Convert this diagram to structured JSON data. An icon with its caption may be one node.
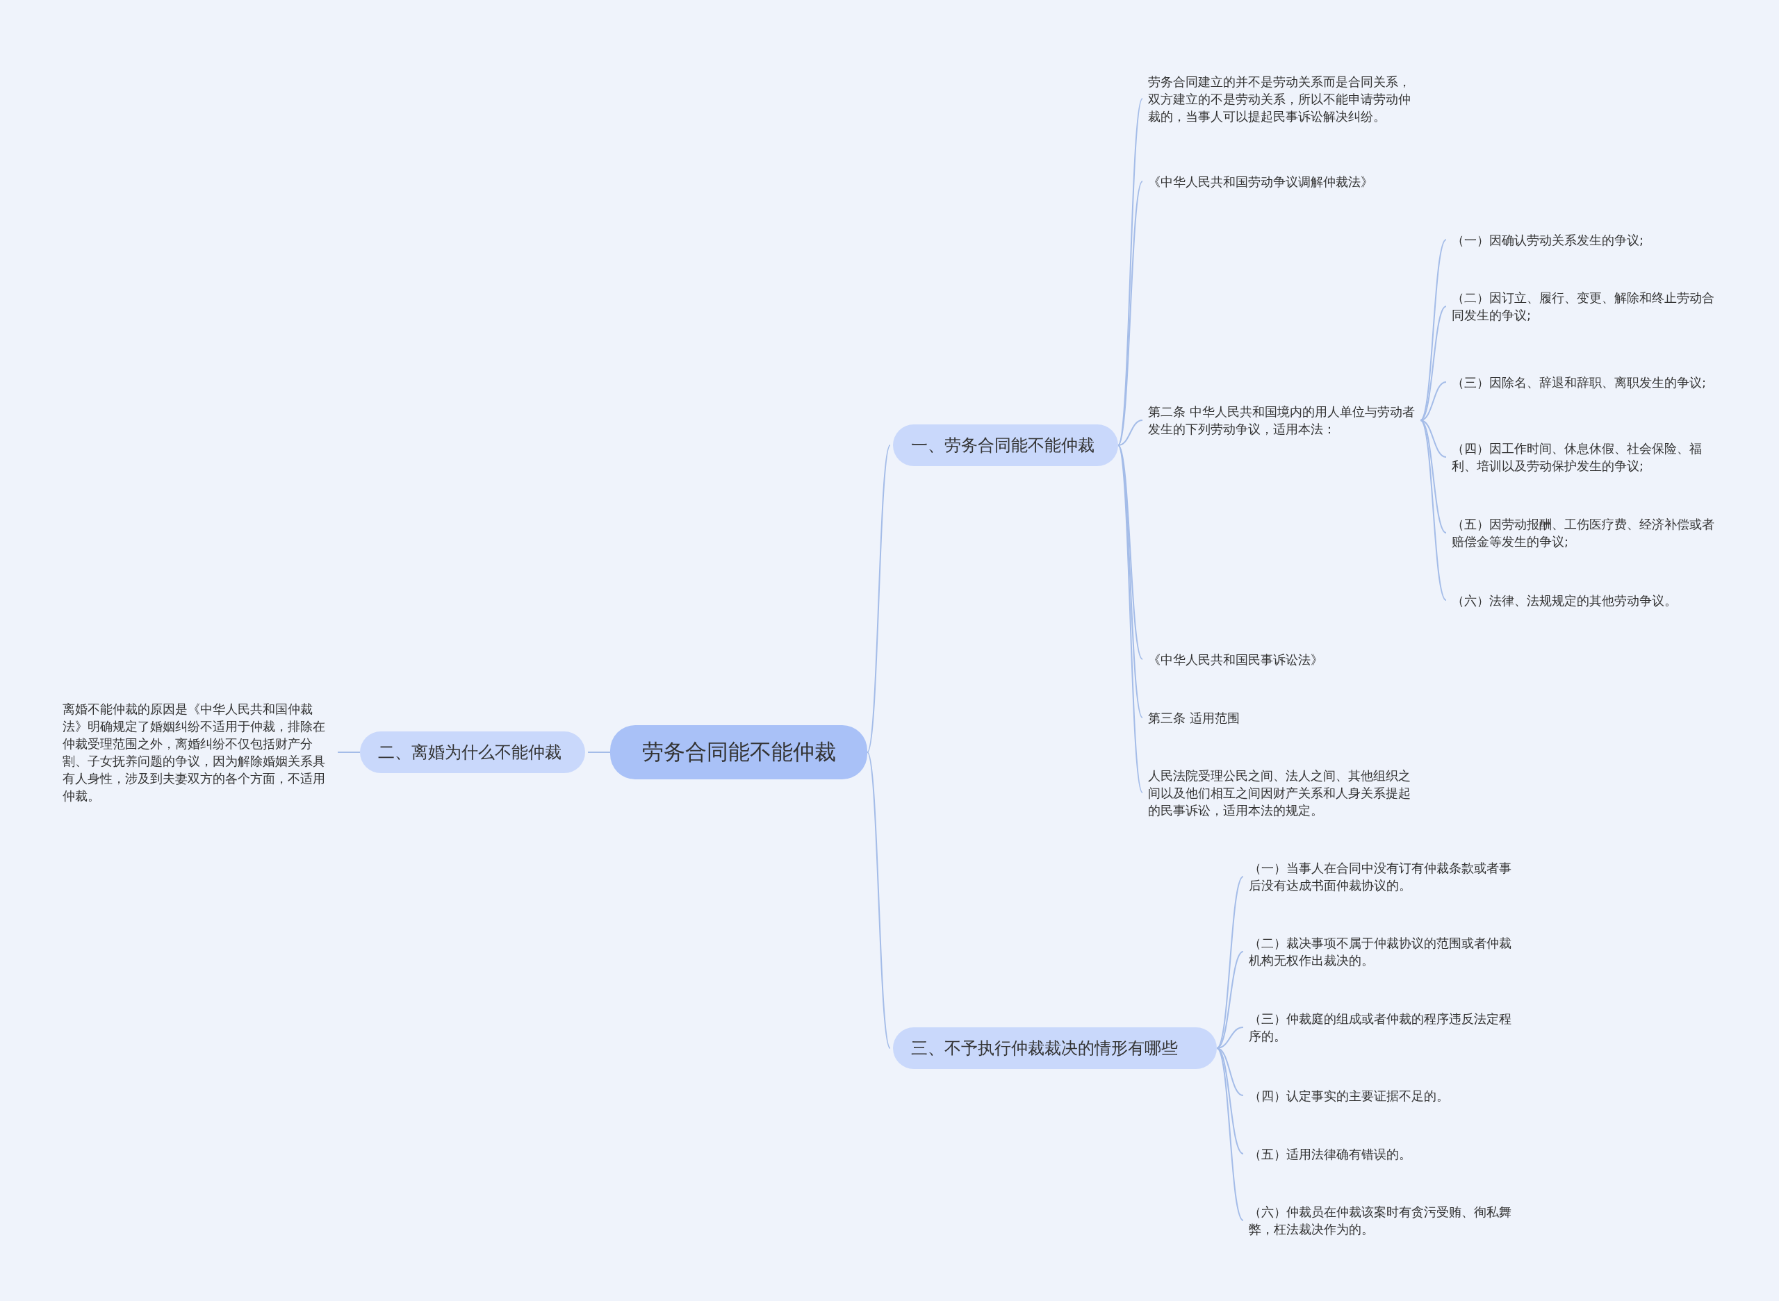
{
  "diagram": {
    "nodes": [
      {
        "text": [
          "劳务合同能不能仲裁"
        ]
      },
      {
        "text": [
          "一、劳务合同能不能仲裁"
        ]
      },
      {
        "text": [
          "劳务合同建立的并不是劳动关系而是合同关系，双方建立的不是劳动关系，所以不能申请劳动仲裁的，当事人可以提起民事诉讼解决纠纷。"
        ]
      },
      {
        "text": [
          "《中华人民共和国劳动争议调解仲裁法》"
        ]
      },
      {
        "text": [
          "第二条 中华人民共和国境内的用人单位与劳动者发生的下列劳动争议，适用本法："
        ]
      },
      {
        "text": [
          "（一）因确认劳动关系发生的争议;"
        ]
      },
      {
        "text": [
          "（二）因订立、履行、变更、解除和终止劳动合同发生的争议;"
        ]
      },
      {
        "text": [
          "（三）因除名、辞退和辞职、离职发生的争议;"
        ]
      },
      {
        "text": [
          "（四）因工作时间、休息休假、社会保险、福利、培训以及劳动保护发生的争议;"
        ]
      },
      {
        "text": [
          "（五）因劳动报酬、工伤医疗费、经济补偿或者赔偿金等发生的争议;"
        ]
      },
      {
        "text": [
          "（六）法律、法规规定的其他劳动争议。"
        ]
      },
      {
        "text": [
          "《中华人民共和国民事诉讼法》"
        ]
      },
      {
        "text": [
          "第三条 适用范围"
        ]
      },
      {
        "text": [
          "人民法院受理公民之间、法人之间、其他组织之间以及他们相互之间因财产关系和人身关系提起的民事诉讼，适用本法的规定。"
        ]
      },
      {
        "text": [
          "二、离婚为什么不能仲裁"
        ]
      },
      {
        "text": [
          "离婚不能仲裁的原因是《中华人民共和国仲裁法》明确规定了婚姻纠纷不适用于仲裁，排除在仲裁受理范围之外，离婚纠纷不仅包括财产分割、子女抚养问题的争议，因为解除婚姻关系具有人身性，涉及到夫妻双方的各个方面，不适用仲裁。"
        ]
      },
      {
        "text": [
          "三、不予执行仲裁裁决的情形有哪些"
        ]
      },
      {
        "text": [
          "（一）当事人在合同中没有订有仲裁条款或者事后没有达成书面仲裁协议的。"
        ]
      },
      {
        "text": [
          "（二）裁决事项不属于仲裁协议的范围或者仲裁机构无权作出裁决的。"
        ]
      },
      {
        "text": [
          "（三）仲裁庭的组成或者仲裁的程序违反法定程序的。"
        ]
      },
      {
        "text": [
          "（四）认定事实的主要证据不足的。"
        ]
      },
      {
        "text": [
          "（五）适用法律确有错误的。"
        ]
      },
      {
        "text": [
          "（六）仲裁员在仲裁该案时有贪污受贿、徇私舞弊，枉法裁决作为的。"
        ]
      }
    ],
    "edges": [
      {
        "from": 0,
        "to": 1,
        "arrow": "none"
      },
      {
        "from": 1,
        "to": 2,
        "arrow": "none"
      },
      {
        "from": 1,
        "to": 3,
        "arrow": "none"
      },
      {
        "from": 1,
        "to": 4,
        "arrow": "none"
      },
      {
        "from": 4,
        "to": 5,
        "arrow": "none"
      },
      {
        "from": 4,
        "to": 6,
        "arrow": "none"
      },
      {
        "from": 4,
        "to": 7,
        "arrow": "none"
      },
      {
        "from": 4,
        "to": 8,
        "arrow": "none"
      },
      {
        "from": 4,
        "to": 9,
        "arrow": "none"
      },
      {
        "from": 4,
        "to": 10,
        "arrow": "none"
      },
      {
        "from": 1,
        "to": 11,
        "arrow": "none"
      },
      {
        "from": 1,
        "to": 12,
        "arrow": "none"
      },
      {
        "from": 1,
        "to": 13,
        "arrow": "none"
      },
      {
        "from": 0,
        "to": 14,
        "arrow": "none"
      },
      {
        "from": 14,
        "to": 15,
        "arrow": "none"
      },
      {
        "from": 0,
        "to": 16,
        "arrow": "none"
      },
      {
        "from": 16,
        "to": 17,
        "arrow": "none"
      },
      {
        "from": 16,
        "to": 18,
        "arrow": "none"
      },
      {
        "from": 16,
        "to": 19,
        "arrow": "none"
      },
      {
        "from": 16,
        "to": 20,
        "arrow": "none"
      },
      {
        "from": 16,
        "to": 21,
        "arrow": "none"
      },
      {
        "from": 16,
        "to": 22,
        "arrow": "none"
      }
    ]
  }
}
